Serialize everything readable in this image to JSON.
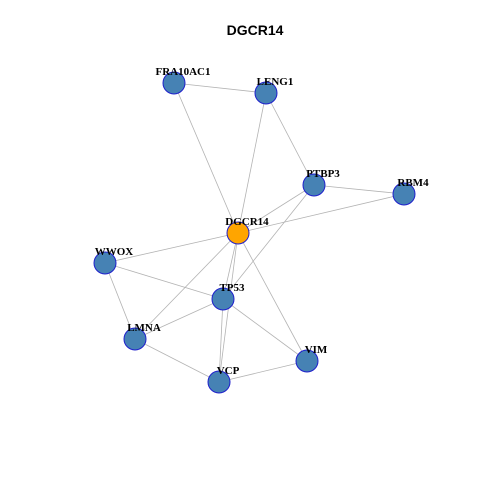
{
  "graph": {
    "title": "DGCR14",
    "colors": {
      "center_node": "#ffa500",
      "neighbor_node": "#4682b4",
      "node_border": "#1f1fcc",
      "edge": "#b3b3b3"
    },
    "nodes": [
      {
        "id": "FRA10AC1",
        "label": "FRA10AC1",
        "role": "neighbor"
      },
      {
        "id": "LENG1",
        "label": "LENG1",
        "role": "neighbor"
      },
      {
        "id": "PTBP3",
        "label": "PTBP3",
        "role": "neighbor"
      },
      {
        "id": "RBM4",
        "label": "RBM4",
        "role": "neighbor"
      },
      {
        "id": "DGCR14",
        "label": "DGCR14",
        "role": "center"
      },
      {
        "id": "WWOX",
        "label": "WWOX",
        "role": "neighbor"
      },
      {
        "id": "TP53",
        "label": "TP53",
        "role": "neighbor"
      },
      {
        "id": "LMNA",
        "label": "LMNA",
        "role": "neighbor"
      },
      {
        "id": "VIM",
        "label": "VIM",
        "role": "neighbor"
      },
      {
        "id": "VCP",
        "label": "VCP",
        "role": "neighbor"
      }
    ],
    "edges": [
      [
        "FRA10AC1",
        "LENG1"
      ],
      [
        "FRA10AC1",
        "DGCR14"
      ],
      [
        "LENG1",
        "DGCR14"
      ],
      [
        "LENG1",
        "PTBP3"
      ],
      [
        "PTBP3",
        "RBM4"
      ],
      [
        "PTBP3",
        "DGCR14"
      ],
      [
        "PTBP3",
        "TP53"
      ],
      [
        "RBM4",
        "DGCR14"
      ],
      [
        "DGCR14",
        "WWOX"
      ],
      [
        "DGCR14",
        "TP53"
      ],
      [
        "DGCR14",
        "LMNA"
      ],
      [
        "DGCR14",
        "VCP"
      ],
      [
        "DGCR14",
        "VIM"
      ],
      [
        "WWOX",
        "TP53"
      ],
      [
        "WWOX",
        "LMNA"
      ],
      [
        "TP53",
        "LMNA"
      ],
      [
        "TP53",
        "VCP"
      ],
      [
        "TP53",
        "VIM"
      ],
      [
        "LMNA",
        "VCP"
      ],
      [
        "VCP",
        "VIM"
      ]
    ]
  }
}
